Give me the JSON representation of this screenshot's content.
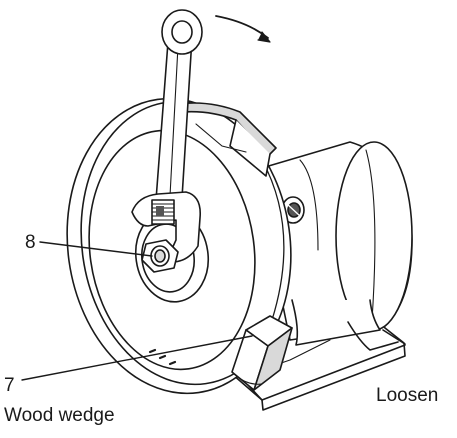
{
  "callouts": {
    "nut": "8",
    "wedge_number": "7",
    "wedge_text": "Wood wedge",
    "direction_text": "Loosen"
  },
  "colors": {
    "line": "#1a1a1a",
    "fill": "#ffffff",
    "shade": "#d9d9d9",
    "dark": "#555555"
  },
  "icons": [
    "curved-arrow-icon"
  ]
}
